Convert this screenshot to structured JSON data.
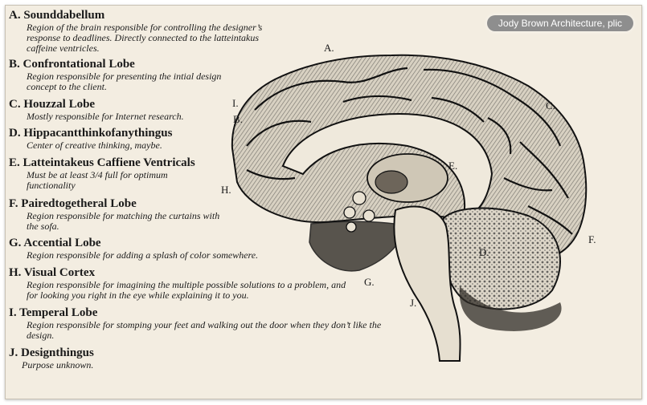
{
  "watermark": "Jody Brown Architecture, plic",
  "entries": [
    {
      "title": "A. Sounddabellum",
      "desc": "Region of the brain responsible for controlling the designer’s response to deadlines. Directly connected to the latteintakus caffeine ventricles."
    },
    {
      "title": "B. Confrontational Lobe",
      "desc": "Region responsible for presenting the intial design concept to the client."
    },
    {
      "title": "C. Houzzal Lobe",
      "desc": "Mostly responsible for Internet research."
    },
    {
      "title": "D. Hippacantthinkofanythingus",
      "desc": "Center of creative thinking, maybe."
    },
    {
      "title": "E. Latteintakeus Caffiene Ventricals",
      "desc": "Must be at least 3/4 full for optimum functionality"
    },
    {
      "title": "F. Pairedtogetheral Lobe",
      "desc": "Region responsible for matching the curtains with the sofa."
    },
    {
      "title": "G. Accential Lobe",
      "desc": "Region responsible for adding a splash of color somewhere."
    },
    {
      "title": "H. Visual Cortex",
      "desc": "Region responsible for imagining the multiple possible solutions to a problem, and for looking you right in the eye while explaining it to you."
    },
    {
      "title": "I. Temperal Lobe",
      "desc": "Region responsible for stomping your feet and walking out the door when they don’t like the design."
    },
    {
      "title": "J. Designthingus",
      "desc": "Purpose unknown."
    }
  ],
  "diagram_labels": {
    "a": "A.",
    "b": "B.",
    "c": "C.",
    "d": "D.",
    "e": "E.",
    "f": "F.",
    "g": "G.",
    "h": "H.",
    "i": "I.",
    "j": "J."
  },
  "colors": {
    "background": "#f3ede1",
    "ink": "#1a1a1a",
    "watermark_bg": "#8e8e8e"
  }
}
